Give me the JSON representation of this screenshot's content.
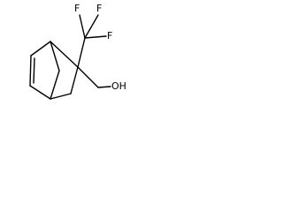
{
  "molecule": {
    "atoms": {
      "f_top_left": "F",
      "f_top_right": "F",
      "f_right": "F",
      "hydroxyl": "OH"
    }
  }
}
